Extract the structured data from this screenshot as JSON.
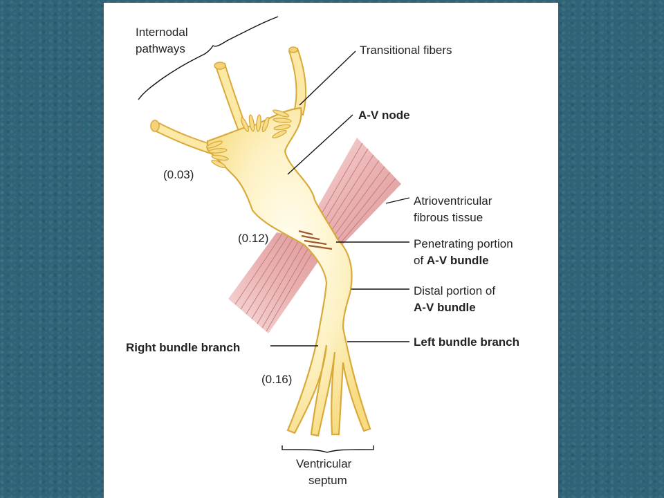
{
  "labels": {
    "internodal": [
      "Internodal",
      "pathways"
    ],
    "transitional": "Transitional fibers",
    "av_node": "A-V node",
    "atrioventricular": [
      "Atrioventricular",
      "fibrous tissue"
    ],
    "penetrating": [
      "Penetrating portion",
      "of ",
      "A-V bundle"
    ],
    "distal": [
      "Distal portion of",
      "A-V bundle"
    ],
    "left_branch": "Left bundle branch",
    "right_branch": "Right bundle branch",
    "ventricular": [
      "Ventricular",
      "septum"
    ],
    "time_003": "(0.03)",
    "time_012": "(0.12)",
    "time_016": "(0.16)"
  },
  "colors": {
    "background": "#2f6478",
    "panel": "#ffffff",
    "conduction_fill": "#fce9a6",
    "conduction_stroke": "#d9a93a",
    "fibrous_tissue": "#e3a0a0"
  }
}
